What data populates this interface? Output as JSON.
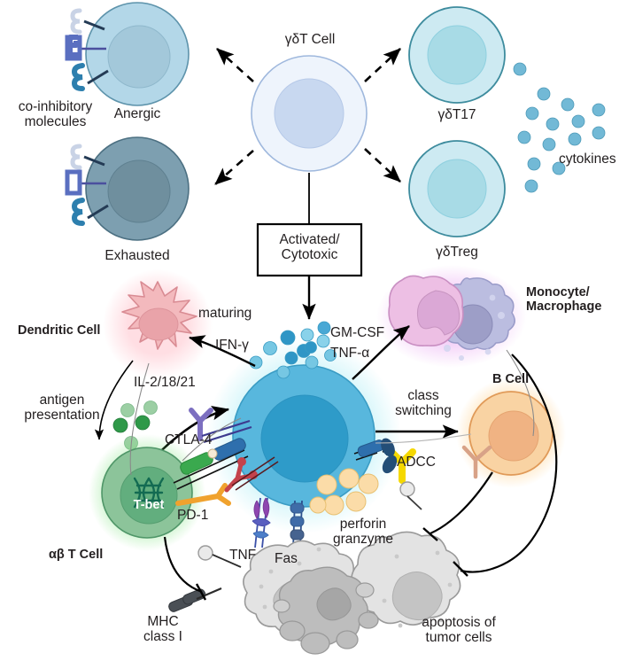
{
  "diagram": {
    "title_cell": "γδT Cell",
    "flow_box": "Activated/\nCytotoxic",
    "fates": [
      {
        "name": "anergic",
        "label": "Anergic"
      },
      {
        "name": "exhausted",
        "label": "Exhausted"
      },
      {
        "name": "gdT17",
        "label": "γδT17"
      },
      {
        "name": "gdTreg",
        "label": "γδTreg"
      }
    ],
    "labels": {
      "co_inhibitory": "co-inhibitory\nmolecules",
      "cytokines": "cytokines",
      "dendritic_cell": "Dendritic Cell",
      "maturing": "maturing",
      "ifn_gamma": "IFN-γ",
      "il_2_18_21": "IL-2/18/21",
      "antigen_presentation": "antigen\npresentation",
      "ctla4": "CTLA-4",
      "pd1": "PD-1",
      "t_bet": "T-bet",
      "ab_t_cell": "αβ T Cell",
      "gm_csf": "GM-CSF",
      "tnf_alpha": "TNF-α",
      "monocyte_macrophage": "Monocyte/\nMacrophage",
      "b_cell": "B Cell",
      "class_switching": "class\nswitching",
      "adcc": "ADCC",
      "perforin_granzyme": "perforin\ngranzyme",
      "tnf": "TNF",
      "fas": "Fas",
      "mhc_class_i": "MHC\nclass I",
      "apoptosis": "apoptosis of\ntumor cells"
    },
    "colors": {
      "gdt_cell_fill": "#eef4fc",
      "gdt_cell_nucleus": "#c8d8f0",
      "gdt_cell_stroke": "#9fb8dd",
      "anergic_fill": "#b3d7e8",
      "anergic_nucleus": "#9dc4d4",
      "anergic_stroke": "#5d93ab",
      "exhausted_fill": "#7d9fb0",
      "exhausted_nucleus": "#6f8f9e",
      "exhausted_stroke": "#4c7082",
      "gdt17_fill": "#cdeaf2",
      "gdt17_nucleus": "#a8dbe6",
      "gdt17_stroke": "#3e8c9e",
      "activated_fill": "#58b7dd",
      "activated_nucleus": "#2e9bc9",
      "activated_stroke": "#3a9cc4",
      "dendritic_fill": "#f3b9bd",
      "dendritic_nucleus": "#e9a3a9",
      "dendritic_stroke": "#d98b93",
      "abt_fill": "#8cc49a",
      "abt_nucleus": "#62ae7e",
      "abt_stroke": "#4f9668",
      "monocyte_fill": "#edbfe4",
      "macrophage_fill": "#bbbde0",
      "bcell_fill": "#f9d3a3",
      "bcell_nucleus": "#f0b383",
      "bcell_stroke": "#e09a58",
      "tumor_fill": "#e3e3e3",
      "tumor_nucleus": "#c4c4c4",
      "tumor_stroke": "#9a9a9a",
      "cytokine_blue": "#66b5d4",
      "perforin_orange": "#fbdca8",
      "text": "#231f20"
    }
  }
}
